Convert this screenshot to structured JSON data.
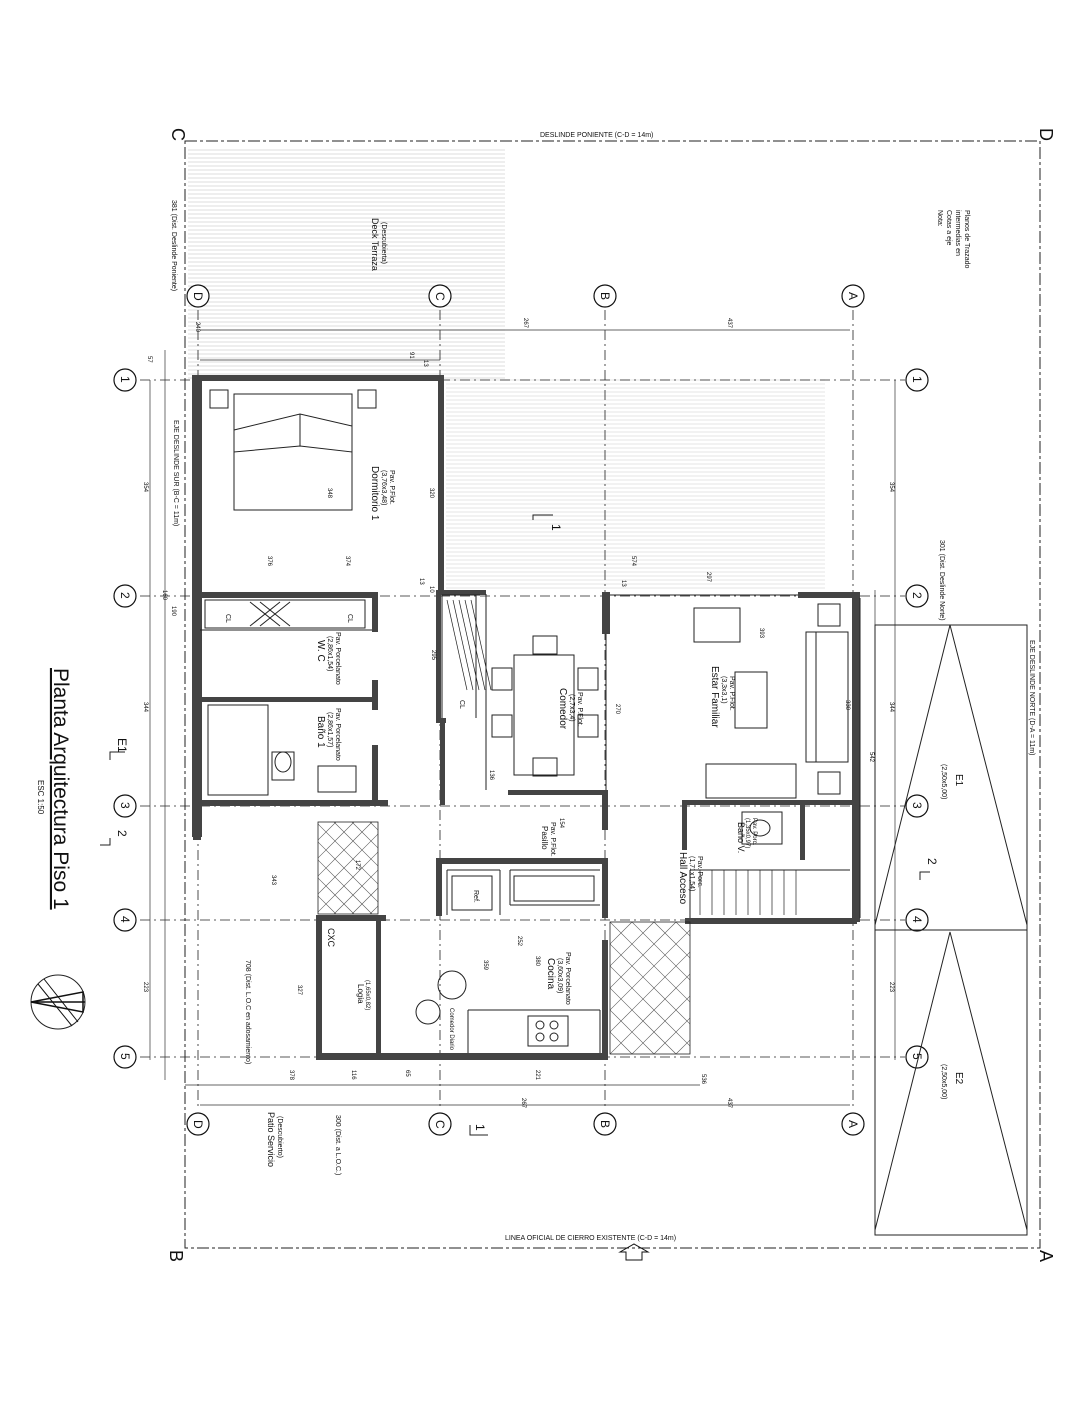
{
  "title": "Planta Arquitectura Piso 1",
  "scale": "ESC 1:50",
  "corners": {
    "top_left": "C",
    "top_right": "D",
    "bottom_left": "B",
    "bottom_right": "A"
  },
  "boundaries": {
    "poniente": "DESLINDE PONIENTE (C-D = 14m)",
    "sur": "EJE DESLINDE SUR (B-C = 11m)",
    "norte": "EJE DESLINDE NORTE (D-A = 11m)",
    "linea_oficial": "LINEA OFICIAL DE CIERRO EXISTENTE (C-D = 14m)"
  },
  "distances": {
    "poniente": "381 (Dist. Deslinde Poniente)",
    "norte": "301 (Dist. Deslinde Norte)",
    "loc_top": "708 (Dist. L.O.C en adosamiento)",
    "loc_bottom": "300 (Dist. a L.O.C.)"
  },
  "note": [
    "Nota:",
    "Cotas a eje",
    "intermedias en",
    "Planos de Trazado"
  ],
  "axis_rows": [
    "1",
    "2",
    "3",
    "4",
    "5"
  ],
  "axis_columns": [
    "D",
    "C",
    "B",
    "A"
  ],
  "rooms": {
    "deck": {
      "name": "Deck Terraza",
      "sub": "(Descubierta)"
    },
    "dormitorio": {
      "name": "Dormitorio 1",
      "l1": "(3,76x3,48)",
      "l2": "Pav. P.Flot."
    },
    "wc": {
      "name": "W. C",
      "l1": "(2,86x1,54)",
      "l2": "Pav. Porcelanato"
    },
    "bano": {
      "name": "Baño 1",
      "l1": "(2,86x1,57)",
      "l2": "Pav. Porcelanato"
    },
    "comedor": {
      "name": "Comedor",
      "l1": "(2,7x3,4)",
      "l2": "Pav. P.Flot."
    },
    "estar": {
      "name": "Estar Familiar",
      "l1": "(3,3x3,1)",
      "l2": "Pav. P.Flot."
    },
    "pasillo": {
      "name": "Pasillo",
      "l1": "Pav. P.Flot."
    },
    "hall": {
      "name": "Hall Acceso",
      "l1": "(1,71x1,54)",
      "l2": "Pav. Porc."
    },
    "bano_visita": {
      "name": "Baño V.",
      "l1": "(1,35x0,97)",
      "l2": "Pav. Porc."
    },
    "cocina": {
      "name": "Cocina",
      "l1": "(3,60x3,09)",
      "l2": "Pav. Porcelanato"
    },
    "logia": {
      "name": "Logia",
      "l1": "(1,65x0,82)"
    },
    "patio": {
      "name": "Patio Servicio",
      "sub": "(Descubierto)"
    },
    "e1": {
      "name": "E1",
      "sub": "(2,50x5,00)"
    },
    "e2": {
      "name": "E2",
      "sub": "(2,50x5,00)"
    }
  },
  "fixtures": {
    "closet": "CL",
    "ref": "Ref.",
    "comedor_diario": "Comedor Diario",
    "cxc": "CXC"
  },
  "sections": {
    "s1": "1",
    "s2": "2",
    "se1": "E1"
  },
  "dims_top": [
    "267",
    "437"
  ],
  "dims_bottom": [
    "267",
    "437"
  ],
  "dims_left": [
    "354",
    "344",
    "223"
  ],
  "dims_right": [
    "354",
    "344",
    "223",
    "542",
    "536"
  ],
  "dims_inner": [
    "57",
    "240",
    "91",
    "13",
    "376",
    "348",
    "295",
    "13",
    "574",
    "297",
    "13",
    "10",
    "160",
    "190",
    "172",
    "343",
    "327",
    "252",
    "380",
    "359",
    "221",
    "65",
    "116",
    "378",
    "320",
    "270",
    "136",
    "154",
    "330",
    "393",
    "374"
  ]
}
